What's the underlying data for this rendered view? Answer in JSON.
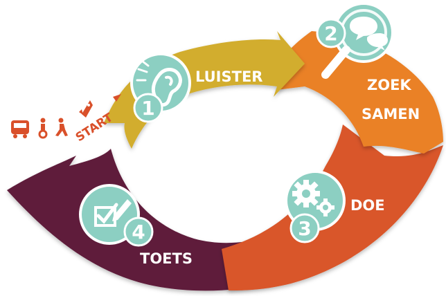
{
  "start": {
    "label": "START",
    "color": "#d9502a"
  },
  "colors": {
    "luister": "#d2ad2e",
    "zoek": "#ea8128",
    "doe": "#d9562a",
    "toets": "#5f1c3b",
    "badge": "#8ccfc2",
    "badge_stroke": "#ffffff"
  },
  "steps": [
    {
      "number": "1",
      "label": "LUISTER",
      "icon": "ear-icon"
    },
    {
      "number": "2",
      "label": "ZOEK SAMEN",
      "label_line1": "ZOEK",
      "label_line2": "SAMEN",
      "icon": "speech-bubbles-magnifier-icon"
    },
    {
      "number": "3",
      "label": "DOE",
      "icon": "gears-icon"
    },
    {
      "number": "4",
      "label": "TOETS",
      "icon": "checklist-pencil-icon"
    }
  ],
  "transport_icons": [
    "bus-icon",
    "unicycle-icon",
    "hiker-icon",
    "rocket-icon"
  ]
}
